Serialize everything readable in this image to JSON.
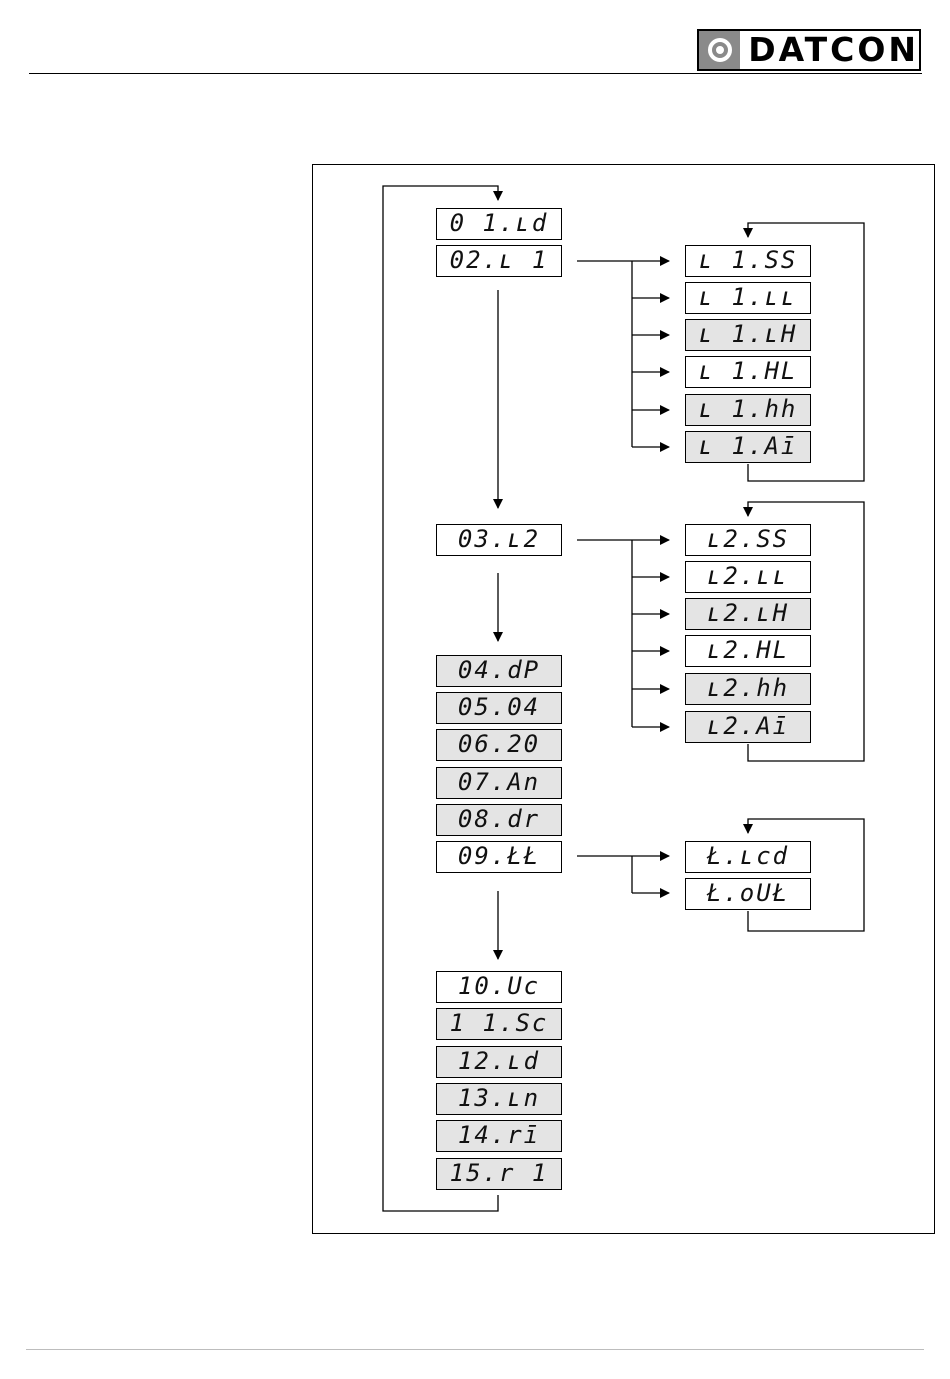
{
  "header": {
    "logo_text": "DATCON"
  },
  "menu_main": [
    {
      "label": "0 1.ʟd",
      "shade": "plain"
    },
    {
      "label": "02.ʟ 1",
      "shade": "plain"
    },
    {
      "label": "03.ʟ2",
      "shade": "plain"
    },
    {
      "label": "04.dP",
      "shade": "shaded"
    },
    {
      "label": "05.04",
      "shade": "shaded"
    },
    {
      "label": "06.20",
      "shade": "shaded"
    },
    {
      "label": "07.An",
      "shade": "shaded"
    },
    {
      "label": "08.dr",
      "shade": "shaded"
    },
    {
      "label": "09.ŁŁ",
      "shade": "plain"
    },
    {
      "label": "10.Uc",
      "shade": "plain"
    },
    {
      "label": "1 1.Sc",
      "shade": "shaded"
    },
    {
      "label": "12.ʟd",
      "shade": "shaded"
    },
    {
      "label": "13.ʟn",
      "shade": "shaded"
    },
    {
      "label": "14.rī",
      "shade": "shaded"
    },
    {
      "label": "15.r 1",
      "shade": "shaded"
    }
  ],
  "submenu_relay1": [
    {
      "label": "ʟ 1.SS",
      "shade": "plain"
    },
    {
      "label": "ʟ 1.ʟʟ",
      "shade": "plain"
    },
    {
      "label": "ʟ 1.ʟH",
      "shade": "shaded"
    },
    {
      "label": "ʟ 1.HL",
      "shade": "plain"
    },
    {
      "label": "ʟ 1.hh",
      "shade": "shaded"
    },
    {
      "label": "ʟ 1.Aī",
      "shade": "shaded"
    }
  ],
  "submenu_relay2": [
    {
      "label": "ʟ2.SS",
      "shade": "plain"
    },
    {
      "label": "ʟ2.ʟʟ",
      "shade": "plain"
    },
    {
      "label": "ʟ2.ʟH",
      "shade": "shaded"
    },
    {
      "label": "ʟ2.HL",
      "shade": "plain"
    },
    {
      "label": "ʟ2.hh",
      "shade": "shaded"
    },
    {
      "label": "ʟ2.Aī",
      "shade": "shaded"
    }
  ],
  "submenu_timer": [
    {
      "label": "Ł.ʟcd",
      "shade": "plain"
    },
    {
      "label": "Ł.oUŁ",
      "shade": "plain"
    }
  ]
}
